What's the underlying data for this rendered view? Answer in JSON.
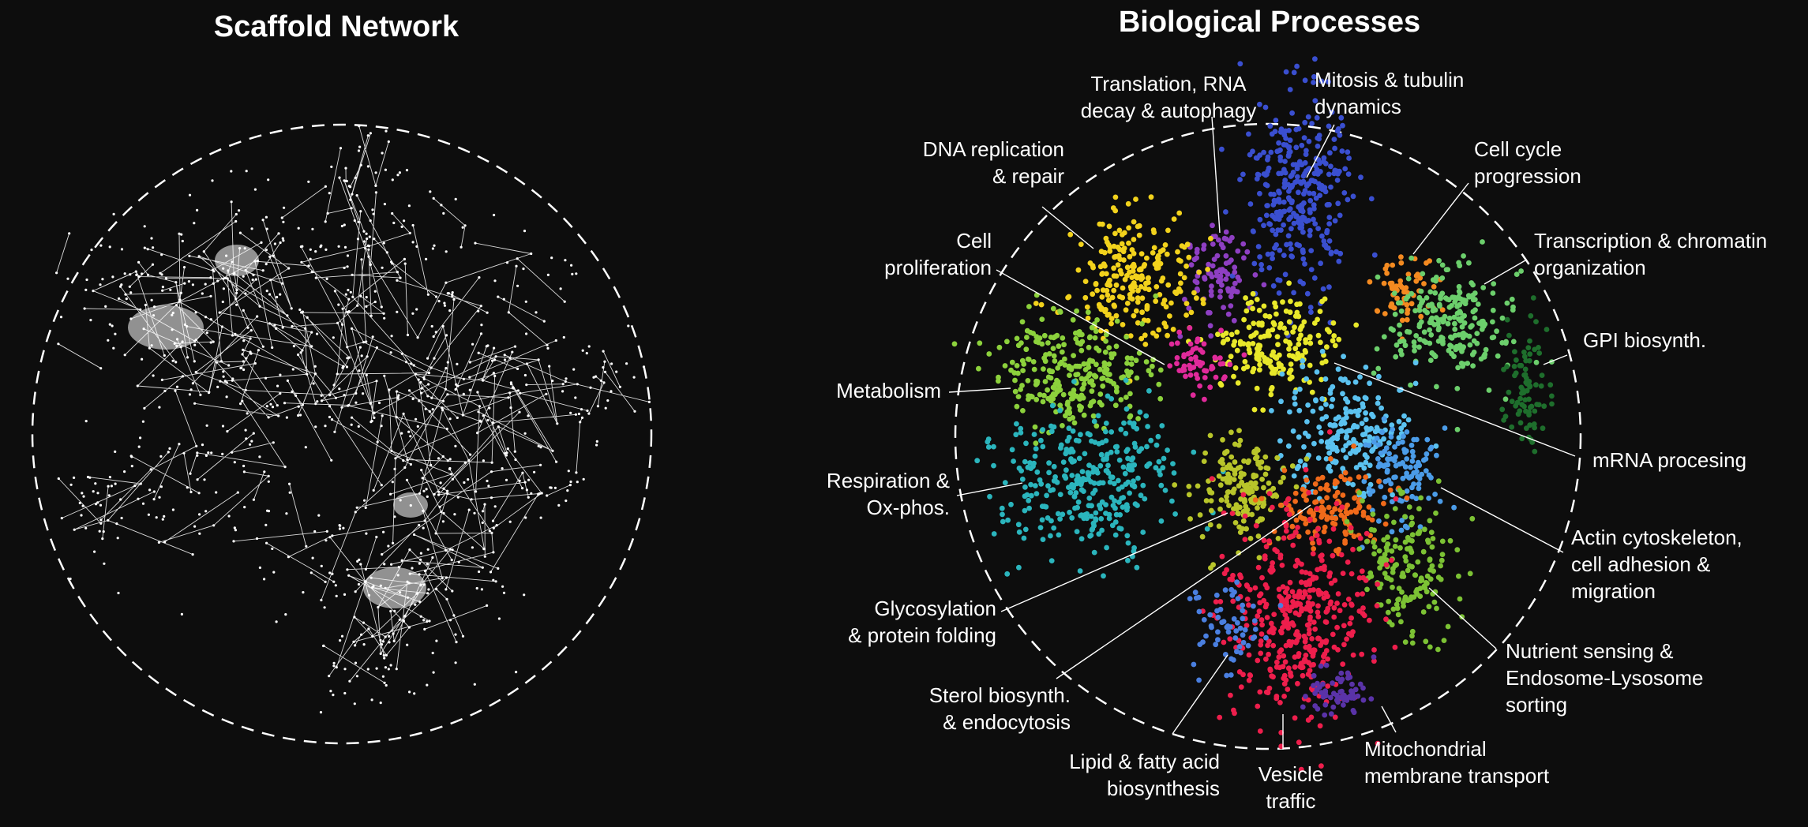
{
  "panels": {
    "left": {
      "title": "Scaffold Network"
    },
    "right": {
      "title": "Biological Processes"
    }
  },
  "colors": {
    "background": "#0d0d0d",
    "network": "#ffffff"
  },
  "clusters": [
    {
      "id": "translation",
      "lines": [
        "Translation, RNA",
        "decay & autophagy"
      ],
      "color": "#8e3fc2"
    },
    {
      "id": "mitosis",
      "lines": [
        "Mitosis & tubulin",
        "dynamics"
      ],
      "color": "#3a4fd0"
    },
    {
      "id": "dna-replication",
      "lines": [
        "DNA replication",
        "& repair"
      ],
      "color": "#f2d21c"
    },
    {
      "id": "cell-cycle",
      "lines": [
        "Cell cycle",
        "progression"
      ],
      "color": "#f48a20"
    },
    {
      "id": "cell-proliferation",
      "lines": [
        "Cell",
        "proliferation"
      ],
      "color": "#e8e82a"
    },
    {
      "id": "transcription",
      "lines": [
        "Transcription & chromatin",
        "organization"
      ],
      "color": "#6ccf6c"
    },
    {
      "id": "gpi",
      "lines": [
        "GPI biosynth."
      ],
      "color": "#1e6e2c"
    },
    {
      "id": "metabolism",
      "lines": [
        "Metabolism"
      ],
      "color": "#8cd13c"
    },
    {
      "id": "mrna",
      "lines": [
        "mRNA procesing"
      ],
      "color": "#5bc2f0"
    },
    {
      "id": "respiration",
      "lines": [
        "Respiration &",
        "Ox-phos."
      ],
      "color": "#2bb5bd"
    },
    {
      "id": "actin",
      "lines": [
        "Actin cytoskeleton,",
        "cell adhesion &",
        "migration"
      ],
      "color": "#4b9ce8"
    },
    {
      "id": "glycosylation",
      "lines": [
        "Glycosylation",
        "& protein folding"
      ],
      "color": "#b8c52a"
    },
    {
      "id": "nutrient",
      "lines": [
        "Nutrient sensing &",
        "Endosome-Lysosome",
        "sorting"
      ],
      "color": "#7cc234"
    },
    {
      "id": "sterol",
      "lines": [
        "Sterol biosynth.",
        "& endocytosis"
      ],
      "color": "#f06a1a"
    },
    {
      "id": "lipid",
      "lines": [
        "Lipid & fatty acid",
        "biosynthesis"
      ],
      "color": "#4a7fe0"
    },
    {
      "id": "vesicle",
      "lines": [
        "Vesicle",
        "traffic"
      ],
      "color": "#ee1e4c"
    },
    {
      "id": "mitochondrial",
      "lines": [
        "Mitochondrial",
        "membrane transport"
      ],
      "color": "#5a33a8"
    },
    {
      "id": "magenta",
      "lines": [],
      "color": "#e02a9a"
    }
  ]
}
